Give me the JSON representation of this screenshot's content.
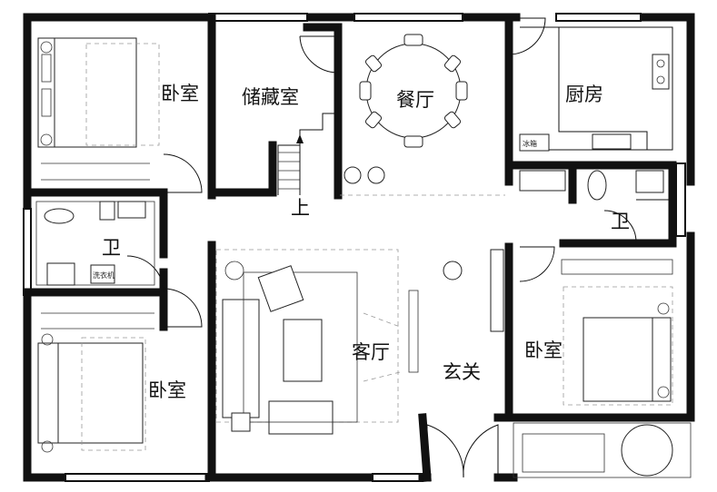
{
  "rooms": {
    "bedroom_top_left": "卧室",
    "storage": "储藏室",
    "dining": "餐厅",
    "kitchen": "厨房",
    "bath_left": "卫",
    "bath_right": "卫",
    "stairs_up": "上",
    "living": "客厅",
    "entrance": "玄关",
    "bedroom_right": "卧室",
    "bedroom_bottom_left": "卧室"
  },
  "fixtures": {
    "fridge": "冰箱",
    "washer": "洗衣机"
  }
}
